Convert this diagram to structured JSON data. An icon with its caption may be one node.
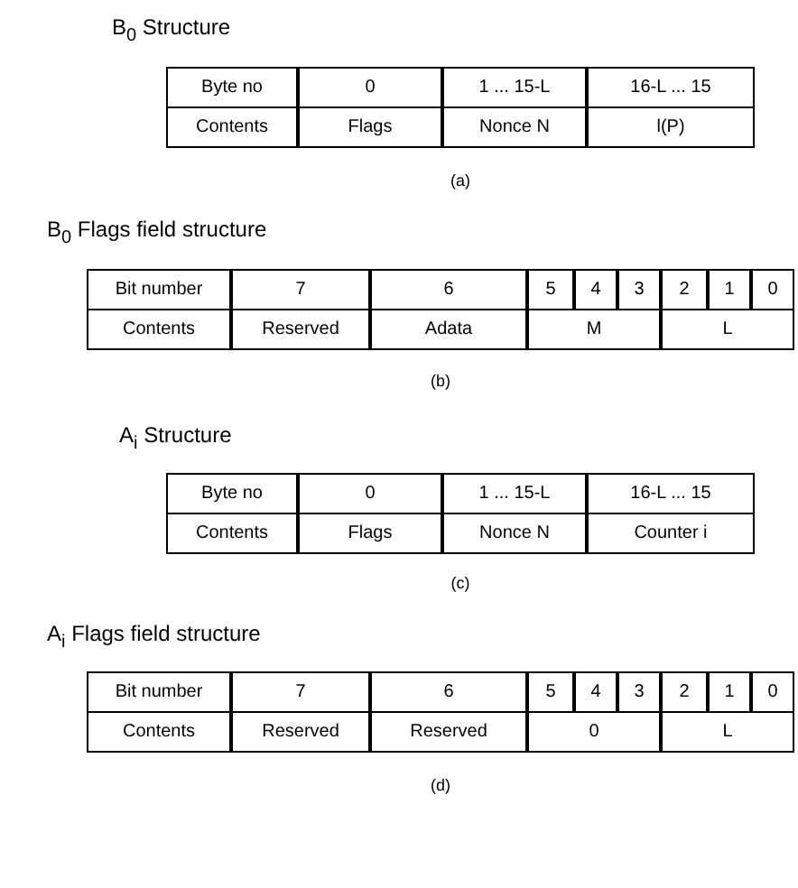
{
  "diagram": {
    "labels": [
      "B$_{0}$ Structure",
      "Byte no",
      "0",
      "1 ... 15-L",
      "16-L ... 15",
      "Contents",
      "Flags",
      "Nonce N",
      "l(P)",
      "(a)",
      "B$_{0}$ Flags field structure",
      "Bit number",
      "7",
      "6",
      "5",
      "4",
      "3",
      "2",
      "1",
      "0",
      "Contents",
      "Reserved",
      "Adata",
      "M",
      "L",
      "(b)",
      "A$_{i}$ Structure",
      "Byte no",
      "0",
      "1 ... 15-L",
      "16-L ... 15",
      "Contents",
      "Flags",
      "Nonce N",
      "Counter i",
      "(c)",
      "A$_{i}$ Flags field structure",
      "Bit number",
      "7",
      "6",
      "5",
      "4",
      "3",
      "2",
      "1",
      "0",
      "Contents",
      "Reserved",
      "Reserved",
      "0",
      "L",
      "(d)"
    ]
  }
}
